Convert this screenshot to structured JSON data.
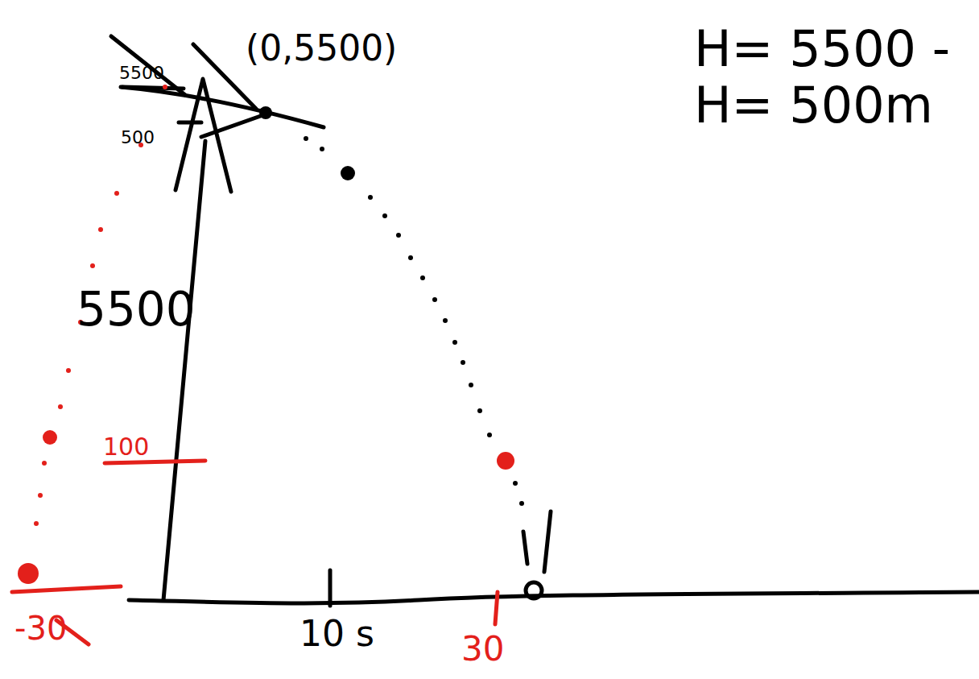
{
  "diagram": {
    "labels": [
      "(0,5500)",
      "5500",
      "500",
      "5500",
      "100",
      "-30",
      "10 s",
      "30",
      "H= 5500 -",
      "H= 500m"
    ]
  }
}
